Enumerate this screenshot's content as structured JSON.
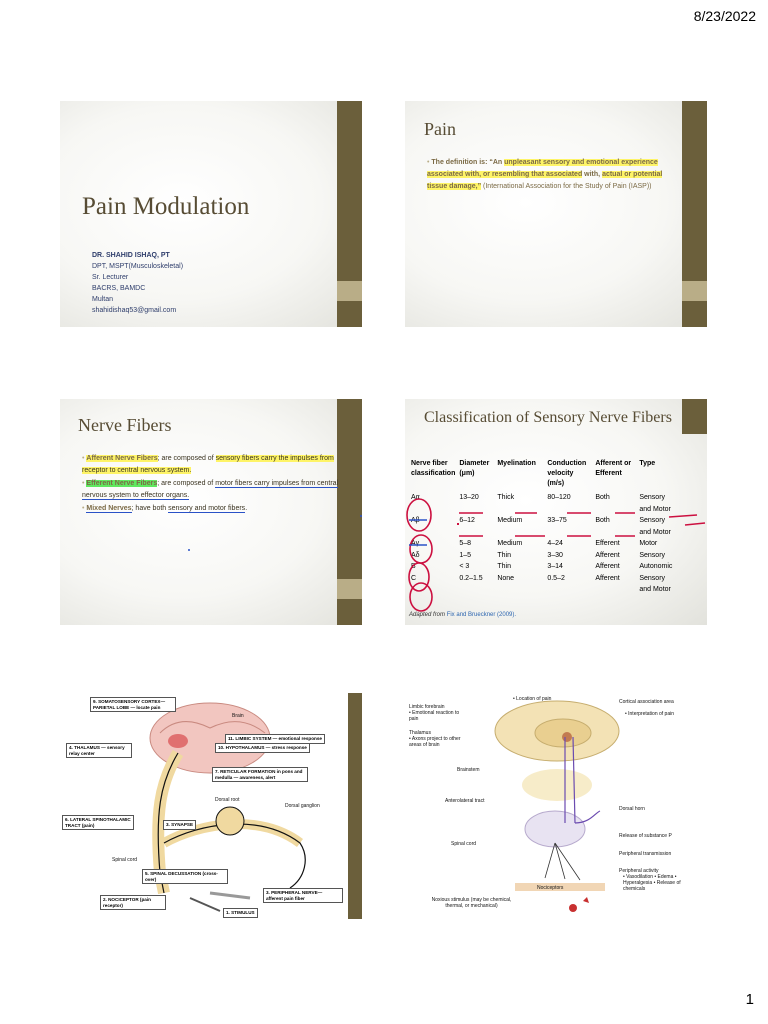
{
  "page": {
    "date": "8/23/2022",
    "number": "1"
  },
  "slide1": {
    "title": "Pain Modulation",
    "author_name": "DR. SHAHID ISHAQ, PT",
    "author_lines": [
      "DPT, MSPT(Musculoskeletal)",
      "Sr. Lecturer",
      "BACRS, BAMDC",
      "Multan",
      "shahidishaq53@gmail.com"
    ]
  },
  "slide2": {
    "title": "Pain",
    "def_prefix": "The definition is: “An ",
    "def_hl1": "unpleasant sensory and emotional experience associated with, or resembling that associated",
    "def_mid": " with, ",
    "def_hl2": "actual or potential tissue damage,”",
    "def_suffix": " (International Association for the Study of Pain (IASP))"
  },
  "slide3": {
    "title": "Nerve Fibers",
    "afferent_term": "Afferent Nerve Fibers",
    "afferent_a": "; are composed of ",
    "afferent_hl": "sensory fibers carry the impulses from receptor to central nervous system.",
    "efferent_term": "Efferent Nerve Fibers",
    "efferent_a": "; are composed of ",
    "efferent_u": "motor fibers carry impulses from central nervous system to effector organs.",
    "mixed_term": "Mixed Nerves",
    "mixed_a": "; have both ",
    "mixed_u": "sensory and motor fibers",
    "mixed_end": "."
  },
  "slide4": {
    "title": "Classification of Sensory Nerve Fibers",
    "headers": [
      "Nerve fiber classification",
      "Diameter (μm)",
      "Myelination",
      "Conduction velocity (m/s)",
      "Afferent or Efferent",
      "Type"
    ],
    "rows": [
      [
        "Aα",
        "13–20",
        "Thick",
        "80–120",
        "Both",
        "Sensory and Motor"
      ],
      [
        "Aβ",
        "6–12",
        "Medium",
        "33–75",
        "Both",
        "Sensory and Motor"
      ],
      [
        "Aγ",
        "5–8",
        "Medium",
        "4–24",
        "Efferent",
        "Motor"
      ],
      [
        "Aδ",
        "1–5",
        "Thin",
        "3–30",
        "Afferent",
        "Sensory"
      ],
      [
        "B",
        "< 3",
        "Thin",
        "3–14",
        "Afferent",
        "Autonomic"
      ],
      [
        "C",
        "0.2–1.5",
        "None",
        "0.5–2",
        "Afferent",
        "Sensory and Motor"
      ]
    ],
    "caption_prefix": "Adapted from ",
    "caption_source": "Fix and Brueckner (2009)."
  },
  "slide5": {
    "labels": {
      "somato": "9. SOMATOSENSORY CORTEX—PARIETAL LOBE — locate pain",
      "brain": "Brain",
      "limbic": "11. LIMBIC SYSTEM — emotional response",
      "hypo": "10. HYPOTHALAMUS — stress response",
      "thalamus": "4. THALAMUS — sensory relay center",
      "reticular": "7. RETICULAR FORMATION in pons and medulla — awareness, alert",
      "dorsal_root": "Dorsal root",
      "dorsal_ganglion": "Dorsal ganglion",
      "lateral": "6. LATERAL SPINOTHALAMIC TRACT (pain)",
      "synapse": "3. SYNAPSE",
      "spinal_cord": "Spinal cord",
      "decussation": "5. SPINAL DECUSSATION (cross-over)",
      "nociceptor": "2. NOCICEPTOR (pain receptor)",
      "peripheral": "3. PERIPHERAL NERVE— afferent pain fiber",
      "stimulus": "1. STIMULUS"
    }
  },
  "slide6": {
    "labels": {
      "location": "• Location of pain",
      "limbic": "Limbic forebrain",
      "limbic_sub": "• Emotional reaction to pain",
      "cortical": "Cortical association area",
      "cortical_sub": "• Interpretation of pain",
      "thalamus": "Thalamus",
      "thalamus_sub": "• Axons project to other areas of brain",
      "brainstem": "Brainstem",
      "antero": "Anterolateral tract",
      "dorsal_horn": "Dorsal horn",
      "spinal_cord": "Spinal cord",
      "release_p": "Release of substance P",
      "peripheral_tx": "Peripheral transmission",
      "peripheral_act": "Peripheral activity",
      "act_list": "• Vasodilation • Edema • Hyperalgesia • Release of chemicals",
      "noxious": "Noxious stimulus (may be chemical, thermal, or mechanical)",
      "nociceptors": "Nociceptors"
    }
  }
}
